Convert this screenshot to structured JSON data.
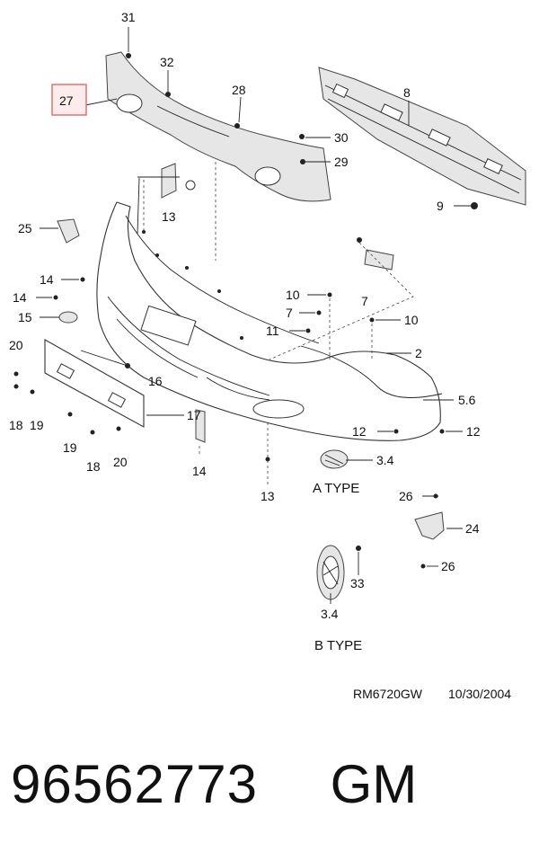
{
  "diagram": {
    "reference_code": "RM6720GW",
    "reference_date": "10/30/2004",
    "labels": {
      "l31": "31",
      "l32": "32",
      "l27": "27",
      "l28": "28",
      "l8": "8",
      "l30": "30",
      "l29": "29",
      "l9": "9",
      "l25": "25",
      "l13a": "13",
      "l14a": "14",
      "l14b": "14",
      "l15": "15",
      "l10a": "10",
      "l7a": "7",
      "l7b": "7",
      "l10b": "10",
      "l11": "11",
      "l2": "2",
      "l20a": "20",
      "l16": "16",
      "l18a": "18",
      "l19a": "19",
      "l17": "17",
      "l56": "5.6",
      "l12a": "12",
      "l12b": "12",
      "l19b": "19",
      "l18b": "18",
      "l20b": "20",
      "l14c": "14",
      "l13b": "13",
      "l34a": "3.4",
      "l26a": "26",
      "l24": "24",
      "l26b": "26",
      "l33": "33",
      "l34b": "3.4"
    },
    "types": {
      "a": "A TYPE",
      "b": "B TYPE"
    },
    "highlighted_part": "27"
  },
  "footer": {
    "part_number": "96562773",
    "brand": "GM"
  }
}
